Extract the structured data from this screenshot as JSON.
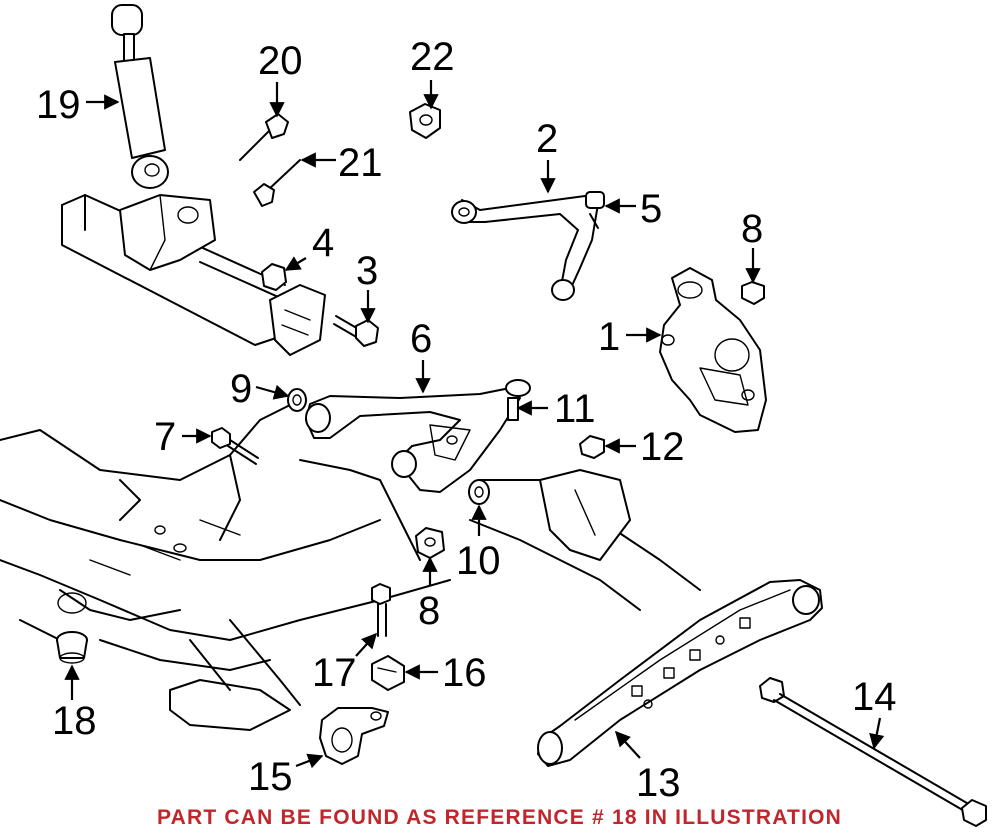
{
  "diagram": {
    "callouts": [
      "1",
      "2",
      "3",
      "4",
      "5",
      "6",
      "7",
      "8",
      "8",
      "9",
      "10",
      "11",
      "12",
      "13",
      "14",
      "15",
      "16",
      "17",
      "18",
      "19",
      "20",
      "21",
      "22"
    ],
    "notice": "PART CAN BE FOUND AS REFERENCE # 18 IN ILLUSTRATION"
  },
  "colors": {
    "notice": "#c0262c",
    "ink": "#000000"
  }
}
